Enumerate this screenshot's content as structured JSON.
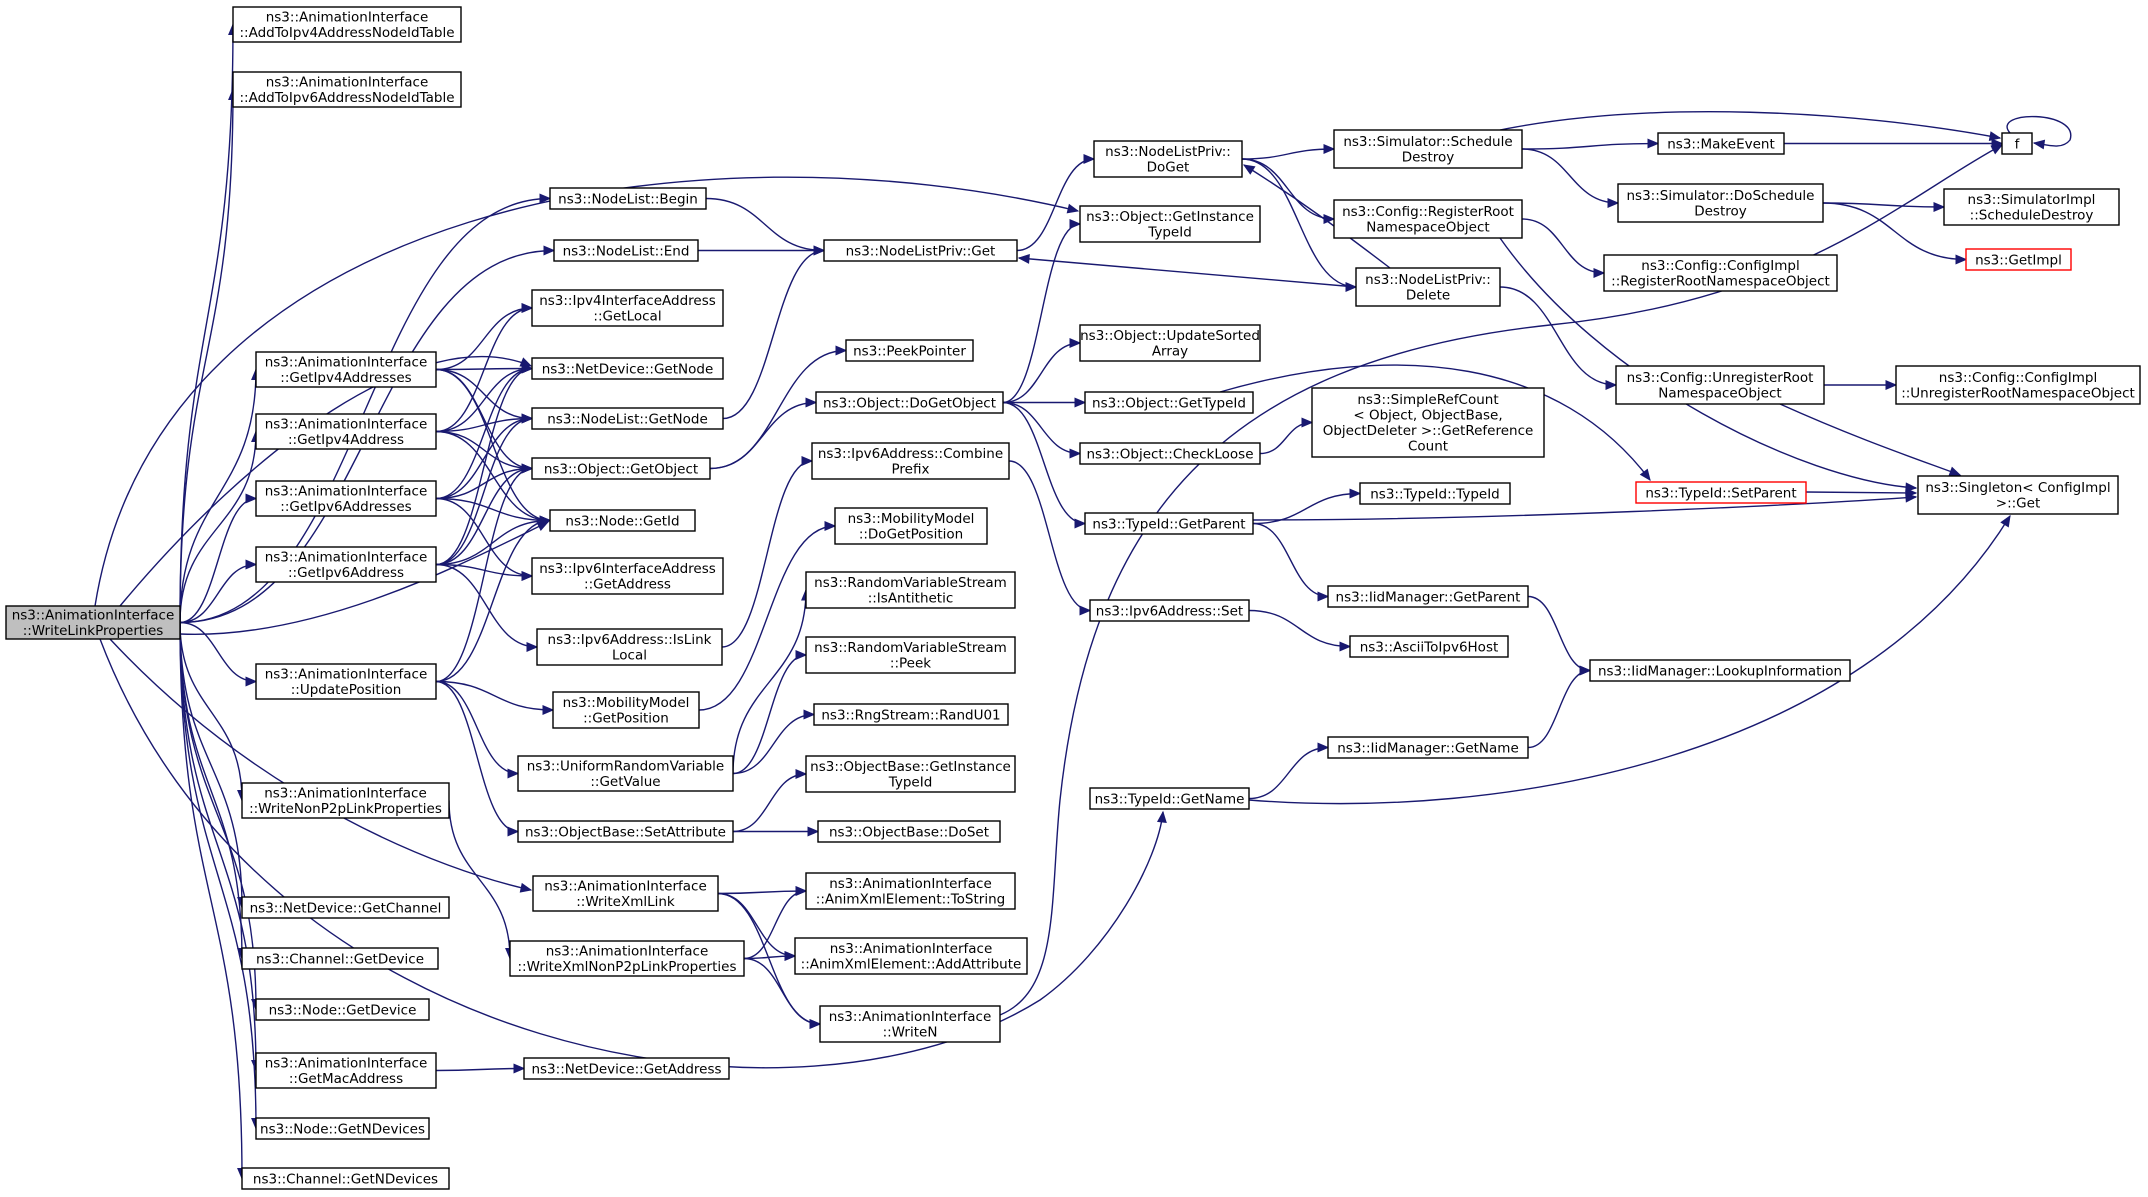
{
  "diagram": {
    "type": "call-graph",
    "colors": {
      "edge": "#191970",
      "root_fill": "#bfbfbf",
      "node_border": "#000000",
      "incomplete_border": "#ff0000"
    },
    "nodes": [
      {
        "id": "writelink",
        "lines": [
          "ns3::AnimationInterface",
          "::WriteLinkProperties"
        ],
        "root": true
      },
      {
        "id": "addv4",
        "lines": [
          "ns3::AnimationInterface",
          "::AddToIpv4AddressNodeIdTable"
        ]
      },
      {
        "id": "addv6",
        "lines": [
          "ns3::AnimationInterface",
          "::AddToIpv6AddressNodeIdTable"
        ]
      },
      {
        "id": "nlbegin",
        "lines": [
          "ns3::NodeList::Begin"
        ]
      },
      {
        "id": "nlend",
        "lines": [
          "ns3::NodeList::End"
        ]
      },
      {
        "id": "ipv4ifaddr",
        "lines": [
          "ns3::Ipv4InterfaceAddress",
          "::GetLocal"
        ]
      },
      {
        "id": "getipv4s",
        "lines": [
          "ns3::AnimationInterface",
          "::GetIpv4Addresses"
        ]
      },
      {
        "id": "ndgetnode",
        "lines": [
          "ns3::NetDevice::GetNode"
        ]
      },
      {
        "id": "getipv4",
        "lines": [
          "ns3::AnimationInterface",
          "::GetIpv4Address"
        ]
      },
      {
        "id": "nlgetnode",
        "lines": [
          "ns3::NodeList::GetNode"
        ]
      },
      {
        "id": "objgetobj",
        "lines": [
          "ns3::Object::GetObject"
        ]
      },
      {
        "id": "getipv6s",
        "lines": [
          "ns3::AnimationInterface",
          "::GetIpv6Addresses"
        ]
      },
      {
        "id": "nodegetid",
        "lines": [
          "ns3::Node::GetId"
        ]
      },
      {
        "id": "getipv6",
        "lines": [
          "ns3::AnimationInterface",
          "::GetIpv6Address"
        ]
      },
      {
        "id": "ipv6ifaddr",
        "lines": [
          "ns3::Ipv6InterfaceAddress",
          "::GetAddress"
        ]
      },
      {
        "id": "ipv6islink",
        "lines": [
          "ns3::Ipv6Address::IsLink",
          "Local"
        ]
      },
      {
        "id": "updatepos",
        "lines": [
          "ns3::AnimationInterface",
          "::UpdatePosition"
        ]
      },
      {
        "id": "mmgetpos",
        "lines": [
          "ns3::MobilityModel",
          "::GetPosition"
        ]
      },
      {
        "id": "urvgetval",
        "lines": [
          "ns3::UniformRandomVariable",
          "::GetValue"
        ]
      },
      {
        "id": "obsetattr",
        "lines": [
          "ns3::ObjectBase::SetAttribute"
        ]
      },
      {
        "id": "writenonp2p",
        "lines": [
          "ns3::AnimationInterface",
          "::WriteNonP2pLinkProperties"
        ]
      },
      {
        "id": "writexmllink",
        "lines": [
          "ns3::AnimationInterface",
          "::WriteXmlLink"
        ]
      },
      {
        "id": "writexmlnonp2p",
        "lines": [
          "ns3::AnimationInterface",
          "::WriteXmlNonP2pLinkProperties"
        ]
      },
      {
        "id": "ndgetchannel",
        "lines": [
          "ns3::NetDevice::GetChannel"
        ]
      },
      {
        "id": "chgetdevice",
        "lines": [
          "ns3::Channel::GetDevice"
        ]
      },
      {
        "id": "nodegetdevice",
        "lines": [
          "ns3::Node::GetDevice"
        ]
      },
      {
        "id": "getmac",
        "lines": [
          "ns3::AnimationInterface",
          "::GetMacAddress"
        ]
      },
      {
        "id": "ndgetaddr",
        "lines": [
          "ns3::NetDevice::GetAddress"
        ]
      },
      {
        "id": "nodegetndev",
        "lines": [
          "ns3::Node::GetNDevices"
        ]
      },
      {
        "id": "chgetndev",
        "lines": [
          "ns3::Channel::GetNDevices"
        ]
      },
      {
        "id": "nlpget",
        "lines": [
          "ns3::NodeListPriv::Get"
        ]
      },
      {
        "id": "peekptr",
        "lines": [
          "ns3::PeekPointer"
        ]
      },
      {
        "id": "objdogetobj",
        "lines": [
          "ns3::Object::DoGetObject"
        ]
      },
      {
        "id": "ipv6combine",
        "lines": [
          "ns3::Ipv6Address::Combine",
          "Prefix"
        ]
      },
      {
        "id": "mmdogetpos",
        "lines": [
          "ns3::MobilityModel",
          "::DoGetPosition"
        ]
      },
      {
        "id": "rvsanti",
        "lines": [
          "ns3::RandomVariableStream",
          "::IsAntithetic"
        ]
      },
      {
        "id": "rvspeek",
        "lines": [
          "ns3::RandomVariableStream",
          "::Peek"
        ]
      },
      {
        "id": "rngrand",
        "lines": [
          "ns3::RngStream::RandU01"
        ]
      },
      {
        "id": "obgetinst",
        "lines": [
          "ns3::ObjectBase::GetInstance",
          "TypeId"
        ]
      },
      {
        "id": "obdoset",
        "lines": [
          "ns3::ObjectBase::DoSet"
        ]
      },
      {
        "id": "axmltostring",
        "lines": [
          "ns3::AnimationInterface",
          "::AnimXmlElement::ToString"
        ]
      },
      {
        "id": "axmladdattr",
        "lines": [
          "ns3::AnimationInterface",
          "::AnimXmlElement::AddAttribute"
        ]
      },
      {
        "id": "writen",
        "lines": [
          "ns3::AnimationInterface",
          "::WriteN"
        ]
      },
      {
        "id": "nlpdoget",
        "lines": [
          "ns3::NodeListPriv::",
          "DoGet"
        ]
      },
      {
        "id": "objgetinst",
        "lines": [
          "ns3::Object::GetInstance",
          "TypeId"
        ]
      },
      {
        "id": "objupdsorted",
        "lines": [
          "ns3::Object::UpdateSorted",
          "Array"
        ]
      },
      {
        "id": "objgettypeid",
        "lines": [
          "ns3::Object::GetTypeId"
        ]
      },
      {
        "id": "objcheckloose",
        "lines": [
          "ns3::Object::CheckLoose"
        ]
      },
      {
        "id": "tidgetparent",
        "lines": [
          "ns3::TypeId::GetParent"
        ]
      },
      {
        "id": "ipv6set",
        "lines": [
          "ns3::Ipv6Address::Set"
        ]
      },
      {
        "id": "tidgetname",
        "lines": [
          "ns3::TypeId::GetName"
        ]
      },
      {
        "id": "simsched",
        "lines": [
          "ns3::Simulator::Schedule",
          "Destroy"
        ]
      },
      {
        "id": "cfgregroot",
        "lines": [
          "ns3::Config::RegisterRoot",
          "NamespaceObject"
        ]
      },
      {
        "id": "nlpdelete",
        "lines": [
          "ns3::NodeListPriv::",
          "Delete"
        ]
      },
      {
        "id": "srcgetref",
        "lines": [
          "ns3::SimpleRefCount",
          "< Object, ObjectBase,",
          "ObjectDeleter >::GetReference",
          "Count"
        ]
      },
      {
        "id": "tidtypeid",
        "lines": [
          "ns3::TypeId::TypeId"
        ]
      },
      {
        "id": "iidgetparent",
        "lines": [
          "ns3::IidManager::GetParent"
        ]
      },
      {
        "id": "asciitoipv6",
        "lines": [
          "ns3::AsciiToIpv6Host"
        ]
      },
      {
        "id": "iidgetname",
        "lines": [
          "ns3::IidManager::GetName"
        ]
      },
      {
        "id": "makeevent",
        "lines": [
          "ns3::MakeEvent"
        ]
      },
      {
        "id": "simdosched",
        "lines": [
          "ns3::Simulator::DoSchedule",
          "Destroy"
        ]
      },
      {
        "id": "cfgimplreg",
        "lines": [
          "ns3::Config::ConfigImpl",
          "::RegisterRootNamespaceObject"
        ]
      },
      {
        "id": "cfgunreg",
        "lines": [
          "ns3::Config::UnregisterRoot",
          "NamespaceObject"
        ]
      },
      {
        "id": "tidsetparent",
        "lines": [
          "ns3::TypeId::SetParent"
        ],
        "incomplete": true
      },
      {
        "id": "iidlookup",
        "lines": [
          "ns3::IidManager::LookupInformation"
        ]
      },
      {
        "id": "f",
        "lines": [
          "f"
        ]
      },
      {
        "id": "simimplsched",
        "lines": [
          "ns3::SimulatorImpl",
          "::ScheduleDestroy"
        ]
      },
      {
        "id": "getimpl",
        "lines": [
          "ns3::GetImpl"
        ],
        "incomplete": true
      },
      {
        "id": "cfgimplunreg",
        "lines": [
          "ns3::Config::ConfigImpl",
          "::UnregisterRootNamespaceObject"
        ]
      },
      {
        "id": "singletonget",
        "lines": [
          "ns3::Singleton< ConfigImpl",
          ">::Get"
        ]
      }
    ],
    "edges": [
      [
        "writelink",
        "addv4"
      ],
      [
        "writelink",
        "addv6"
      ],
      [
        "writelink",
        "nlbegin"
      ],
      [
        "writelink",
        "nlend"
      ],
      [
        "writelink",
        "objgetinst"
      ],
      [
        "writelink",
        "ndgetnode"
      ],
      [
        "writelink",
        "getipv4s"
      ],
      [
        "writelink",
        "getipv4"
      ],
      [
        "writelink",
        "getipv6s"
      ],
      [
        "writelink",
        "getipv6"
      ],
      [
        "writelink",
        "nodegetid"
      ],
      [
        "writelink",
        "updatepos"
      ],
      [
        "writelink",
        "writenonp2p"
      ],
      [
        "writelink",
        "writexmllink"
      ],
      [
        "writelink",
        "ndgetchannel"
      ],
      [
        "writelink",
        "chgetdevice"
      ],
      [
        "writelink",
        "nodegetdevice"
      ],
      [
        "writelink",
        "getmac"
      ],
      [
        "writelink",
        "nodegetndev"
      ],
      [
        "writelink",
        "chgetndev"
      ],
      [
        "writelink",
        "tidgetname"
      ],
      [
        "getipv4s",
        "ipv4ifaddr"
      ],
      [
        "getipv4s",
        "ndgetnode"
      ],
      [
        "getipv4s",
        "nlgetnode"
      ],
      [
        "getipv4s",
        "objgetobj"
      ],
      [
        "getipv4s",
        "nodegetid"
      ],
      [
        "getipv4",
        "ipv4ifaddr"
      ],
      [
        "getipv4",
        "ndgetnode"
      ],
      [
        "getipv4",
        "nlgetnode"
      ],
      [
        "getipv4",
        "objgetobj"
      ],
      [
        "getipv4",
        "nodegetid"
      ],
      [
        "getipv6s",
        "ndgetnode"
      ],
      [
        "getipv6s",
        "nlgetnode"
      ],
      [
        "getipv6s",
        "objgetobj"
      ],
      [
        "getipv6s",
        "nodegetid"
      ],
      [
        "getipv6s",
        "ipv6ifaddr"
      ],
      [
        "getipv6",
        "ndgetnode"
      ],
      [
        "getipv6",
        "nlgetnode"
      ],
      [
        "getipv6",
        "objgetobj"
      ],
      [
        "getipv6",
        "nodegetid"
      ],
      [
        "getipv6",
        "ipv6ifaddr"
      ],
      [
        "getipv6",
        "ipv6islink"
      ],
      [
        "updatepos",
        "objgetobj"
      ],
      [
        "updatepos",
        "nodegetid"
      ],
      [
        "updatepos",
        "mmgetpos"
      ],
      [
        "updatepos",
        "urvgetval"
      ],
      [
        "updatepos",
        "obsetattr"
      ],
      [
        "writenonp2p",
        "writexmlnonp2p"
      ],
      [
        "writexmllink",
        "axmltostring"
      ],
      [
        "writexmllink",
        "axmladdattr"
      ],
      [
        "writexmllink",
        "writen"
      ],
      [
        "writexmlnonp2p",
        "axmltostring"
      ],
      [
        "writexmlnonp2p",
        "axmladdattr"
      ],
      [
        "writexmlnonp2p",
        "writen"
      ],
      [
        "getmac",
        "ndgetaddr"
      ],
      [
        "nlbegin",
        "nlpget"
      ],
      [
        "nlend",
        "nlpget"
      ],
      [
        "nlgetnode",
        "nlpget"
      ],
      [
        "objgetobj",
        "peekptr"
      ],
      [
        "objgetobj",
        "objdogetobj"
      ],
      [
        "ipv6islink",
        "ipv6combine"
      ],
      [
        "mmgetpos",
        "mmdogetpos"
      ],
      [
        "urvgetval",
        "rvsanti"
      ],
      [
        "urvgetval",
        "rvspeek"
      ],
      [
        "urvgetval",
        "rngrand"
      ],
      [
        "obsetattr",
        "obgetinst"
      ],
      [
        "obsetattr",
        "obdoset"
      ],
      [
        "writen",
        "f"
      ],
      [
        "nlpget",
        "nlpdoget"
      ],
      [
        "objdogetobj",
        "objgetinst"
      ],
      [
        "objdogetobj",
        "objupdsorted"
      ],
      [
        "objdogetobj",
        "objgettypeid"
      ],
      [
        "objdogetobj",
        "objcheckloose"
      ],
      [
        "objdogetobj",
        "tidgetparent"
      ],
      [
        "ipv6combine",
        "ipv6set"
      ],
      [
        "nlpdoget",
        "simsched"
      ],
      [
        "nlpdoget",
        "cfgregroot"
      ],
      [
        "nlpdoget",
        "nlpdelete"
      ],
      [
        "nlpdelete",
        "nlpget"
      ],
      [
        "nlpdelete",
        "nlpdoget"
      ],
      [
        "nlpdelete",
        "cfgunreg"
      ],
      [
        "objgettypeid",
        "tidsetparent"
      ],
      [
        "objcheckloose",
        "srcgetref"
      ],
      [
        "tidgetparent",
        "tidtypeid"
      ],
      [
        "tidgetparent",
        "iidgetparent"
      ],
      [
        "tidgetparent",
        "singletonget"
      ],
      [
        "ipv6set",
        "asciitoipv6"
      ],
      [
        "tidgetname",
        "iidgetname"
      ],
      [
        "tidgetname",
        "singletonget"
      ],
      [
        "simsched",
        "makeevent"
      ],
      [
        "simsched",
        "simdosched"
      ],
      [
        "simsched",
        "f"
      ],
      [
        "cfgregroot",
        "cfgimplreg"
      ],
      [
        "cfgregroot",
        "singletonget"
      ],
      [
        "iidgetparent",
        "iidlookup"
      ],
      [
        "iidgetname",
        "iidlookup"
      ],
      [
        "makeevent",
        "f"
      ],
      [
        "f",
        "f"
      ],
      [
        "simdosched",
        "simimplsched"
      ],
      [
        "simdosched",
        "getimpl"
      ],
      [
        "cfgunreg",
        "cfgimplunreg"
      ],
      [
        "cfgunreg",
        "singletonget"
      ],
      [
        "tidsetparent",
        "singletonget"
      ]
    ]
  }
}
